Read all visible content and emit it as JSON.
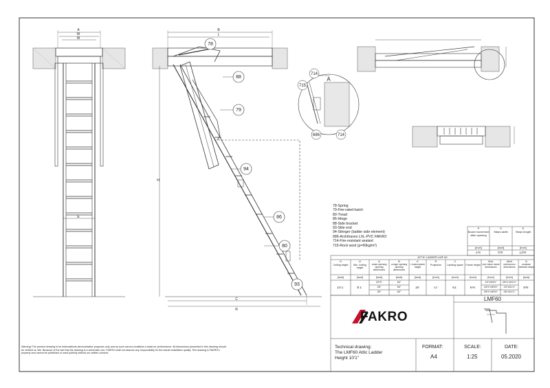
{
  "callouts": [
    "78",
    "88",
    "79",
    "94",
    "86",
    "80",
    "93",
    "714",
    "715",
    "A",
    "686",
    "714"
  ],
  "dim_letters": {
    "a": "A",
    "w": "W",
    "m": "M",
    "b": "B",
    "l": "L",
    "h": "H",
    "e": "E",
    "c": "C",
    "r": "R"
  },
  "legend": [
    "78-Spring",
    "79-Fire-rated hatch",
    "80-Tread",
    "86-Hinge",
    "88-Side bracket",
    "93-Stile end",
    "94-Stringer (ladder side element)",
    "686-Architraves LXL-PVC FAKRO",
    "714-Fire-resistant sealant",
    "715-Rock wool (ρ=60kg/m³)"
  ],
  "small_table": {
    "letters": [
      "P",
      "S",
      "E"
    ],
    "headers": [
      "Board movement after opening",
      "Steps width",
      "Steps length"
    ],
    "units": [
      "[inch]",
      "[inch]",
      "[inch]"
    ],
    "values": [
      "1⅛\"",
      "5⅝\"",
      "13⅜\""
    ]
  },
  "main_table": {
    "title": "ATTIC LADDER LMF 60",
    "letters": [
      "H",
      "H",
      "A",
      "B",
      "K",
      "R",
      "C",
      "",
      "WxL",
      "MxN",
      "G"
    ],
    "headers": [
      "Ceiling height",
      "Min. Ceiling height",
      "Width opening opening dimensions",
      "Length opening opening dimensions",
      "Folded ladder height",
      "Projection",
      "Landing space",
      "Frame height",
      "Wxl Hatch frame dimensions",
      "Internal box dimensions",
      "Distance between steps"
    ],
    "units": [
      "[inch]",
      "[inch]",
      "[inch]",
      "[inch]",
      "[inch]",
      "[inch]",
      "[inch]",
      "[inch]",
      "[inch]",
      "[inch]",
      "[inch]"
    ],
    "ceiling": "10'1\"",
    "min_ceiling": "8'1\"",
    "a_vals": [
      "22½\"",
      "25\"",
      "30\""
    ],
    "b_vals": [
      "54\"",
      "54\"",
      "54\""
    ],
    "folded": "16\"",
    "projection": "72\"",
    "landing": "61\"",
    "frame": "6⅛\"",
    "wxl": [
      "22\"x53½\"",
      "24½\"x53½\"",
      "29½\"x53½\""
    ],
    "mxn": [
      "20½\"x51⅞\"",
      "23\"x51⅞\"",
      "28\"x51⅞\""
    ],
    "distance": "9⅝\""
  },
  "title_block": {
    "product": "LMF60",
    "brand": "FAKRO",
    "td_lines": [
      "Technical drawing:",
      "The LMF60 Attic Ladder",
      "Height 10'1\""
    ],
    "format_label": "FORMAT:",
    "format_value": "A4",
    "scale_label": "SCALE:",
    "scale_value": "1:25",
    "date_label": "DATE:",
    "date_value": "05.2020"
  },
  "warning": "Warning! The present drawing is for informational-demonstrative purposes only and as such cannot constitute a basis for performance. All dimensions presented in this drawing should be verified on site. Because of the fact that the drawing is a schematic one, FAKRO shall not assume any responsibility for the actual installation quality. This drawing is FAKRO's property and cannot be published or used publicly without our written consent."
}
